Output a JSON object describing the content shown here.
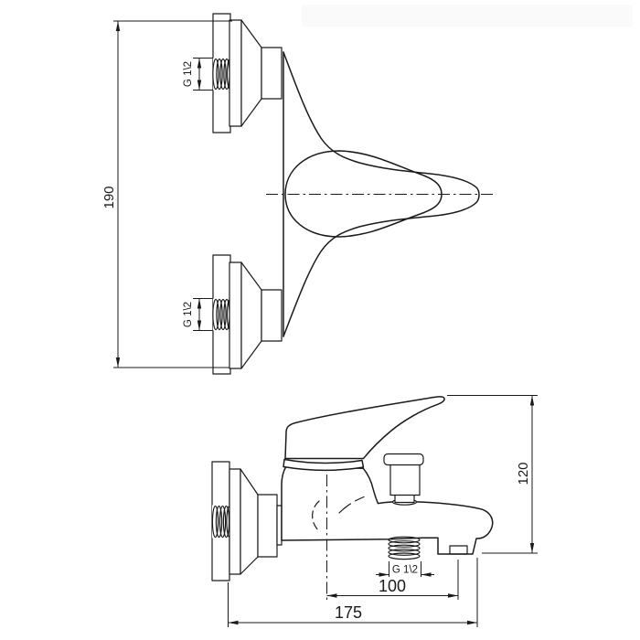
{
  "colors": {
    "line": "#1a1a1a",
    "background": "#ffffff"
  },
  "top_view": {
    "dim_height": {
      "label": "190"
    },
    "dim_thread_upper": {
      "label": "G 1\\2"
    },
    "dim_thread_lower": {
      "label": "G 1\\2"
    }
  },
  "front_view": {
    "dim_height": {
      "label": "120"
    },
    "dim_shower_thread": {
      "label": "G 1\\2"
    },
    "dim_spout_center": {
      "label": "100"
    },
    "dim_overall_depth": {
      "label": "175"
    }
  }
}
